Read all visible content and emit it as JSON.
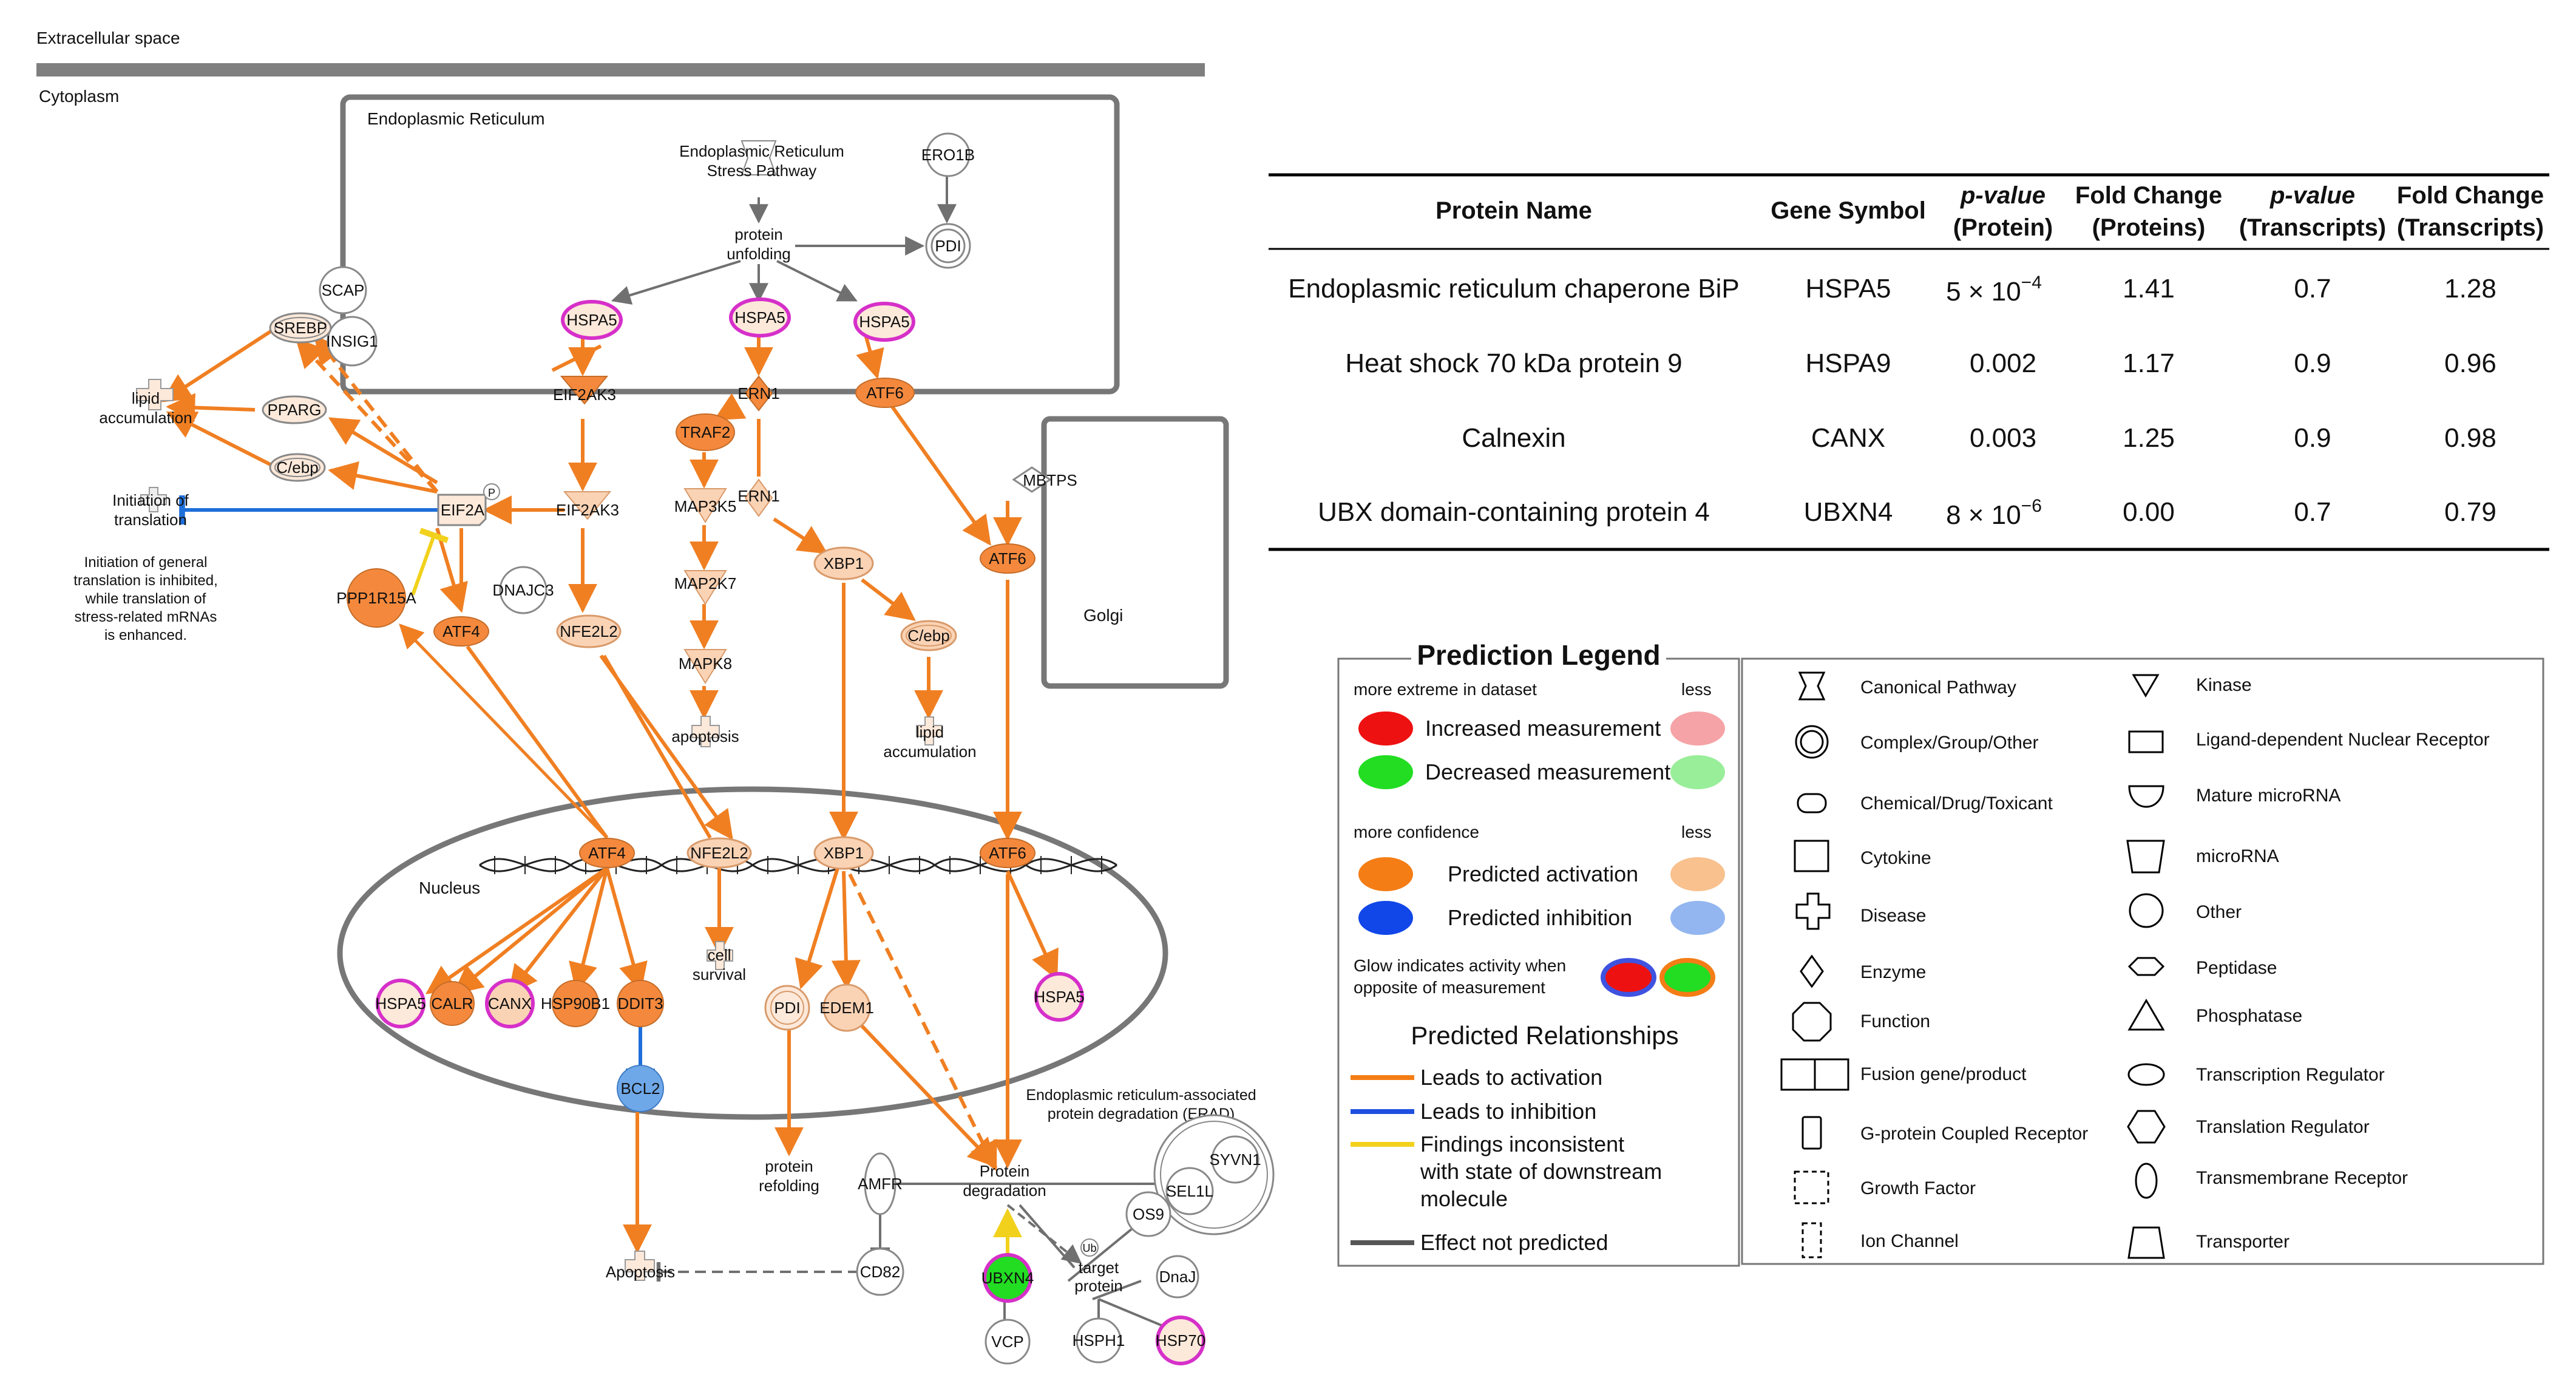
{
  "compartments": {
    "extracellular": "Extracellular space",
    "cytoplasm": "Cytoplasm",
    "er": "Endoplasmic Reticulum",
    "golgi": "Golgi",
    "nucleus": "Nucleus",
    "erad": [
      "Endoplasmic reticulum-associated",
      "protein degradation (ERAD)"
    ]
  },
  "nodes": {
    "er_stress": [
      "Endoplasmic Reticulum",
      "Stress Pathway"
    ],
    "ero1b": "ERO1B",
    "protein_unfolding": [
      "protein",
      "unfolding"
    ],
    "pdi": "PDI",
    "hspa5": "HSPA5",
    "scap": "SCAP",
    "srebp": "SREBP",
    "insig1": "INSIG1",
    "lipid_accumulation": [
      "lipid",
      "accumulation"
    ],
    "pparg": "PPARG",
    "cebp": "C/ebp",
    "initiation": [
      "Initiation of",
      "translation"
    ],
    "initiation_note": [
      "Initiation of general",
      "translation is inhibited,",
      "while translation of",
      "stress-related mRNAs",
      "is enhanced."
    ],
    "eif2a": "EIF2A",
    "eif2a_badge": "P",
    "eif2ak3": "EIF2AK3",
    "ern1": "ERN1",
    "atf6": "ATF6",
    "traf2": "TRAF2",
    "map3k5": "MAP3K5",
    "map2k7": "MAP2K7",
    "mapk8": "MAPK8",
    "apoptosis": "apoptosis",
    "xbp1": "XBP1",
    "mbtps": "MBTPS",
    "ppp1r15a": "PPP1R15A",
    "dnajc3": "DNAJC3",
    "atf4": "ATF4",
    "nfe2l2": "NFE2L2",
    "cell_survival": [
      "cell",
      "survival"
    ],
    "calr": "CALR",
    "canx": "CANX",
    "hsp90b1": "HSP90B1",
    "ddit3": "DDIT3",
    "edem1": "EDEM1",
    "bcl2": "BCL2",
    "protein_refolding": [
      "protein",
      "refolding"
    ],
    "amfr": "AMFR",
    "protein_degradation": [
      "Protein",
      "degradation"
    ],
    "syvn1": "SYVN1",
    "sel1l": "SEL1L",
    "os9": "OS9",
    "cd82": "CD82",
    "apoptosis_cap": "Apoptosis",
    "ubxn4": "UBXN4",
    "ub": "Ub",
    "target_protein": [
      "target",
      "protein"
    ],
    "dnaj": "DnaJ",
    "vcp": "VCP",
    "hsph1": "HSPH1",
    "hsp70": "HSP70"
  },
  "table": {
    "headers": [
      [
        "Protein Name"
      ],
      [
        "Gene Symbol"
      ],
      [
        "p-value",
        "(Protein)"
      ],
      [
        "Fold Change",
        "(Proteins)"
      ],
      [
        "p-value",
        "(Transcripts)"
      ],
      [
        "Fold Change",
        "(Transcripts)"
      ]
    ],
    "rows": [
      {
        "name": "Endoplasmic reticulum chaperone BiP",
        "gene": "HSPA5",
        "p_base": "5 × 10",
        "p_exp": "−4",
        "fc": "1.41",
        "pt": "0.7",
        "fct": "1.28"
      },
      {
        "name": "Heat shock 70 kDa protein 9",
        "gene": "HSPA9",
        "p_base": "0.002",
        "p_exp": "",
        "fc": "1.17",
        "pt": "0.9",
        "fct": "0.96"
      },
      {
        "name": "Calnexin",
        "gene": "CANX",
        "p_base": "0.003",
        "p_exp": "",
        "fc": "1.25",
        "pt": "0.9",
        "fct": "0.98"
      },
      {
        "name": "UBX domain-containing protein 4",
        "gene": "UBXN4",
        "p_base": "8 × 10",
        "p_exp": "−6",
        "fc": "0.00",
        "pt": "0.7",
        "fct": "0.79"
      }
    ]
  },
  "legend": {
    "title": "Prediction Legend",
    "more_extreme": "more extreme in dataset",
    "less": "less",
    "increased": "Increased measurement",
    "decreased": "Decreased measurement",
    "more_confidence": "more confidence",
    "pred_activation": "Predicted activation",
    "pred_inhibition": "Predicted inhibition",
    "glow": [
      "Glow indicates activity when",
      "opposite of measurement"
    ],
    "relationships_title": "Predicted Relationships",
    "leads_activation": "Leads to activation",
    "leads_inhibition": "Leads to inhibition",
    "findings": [
      "Findings inconsistent",
      "with state of downstream",
      "molecule"
    ],
    "effect_not_predicted": "Effect not predicted",
    "shapes_left": [
      "Canonical Pathway",
      "Complex/Group/Other",
      "Chemical/Drug/Toxicant",
      "Cytokine",
      "Disease",
      "Enzyme",
      "Function",
      "Fusion gene/product",
      "G-protein Coupled Receptor",
      "Growth Factor",
      "Ion Channel"
    ],
    "shapes_right": [
      "Kinase",
      "Ligand-dependent Nuclear Receptor",
      "Mature microRNA",
      "microRNA",
      "Other",
      "Peptidase",
      "Phosphatase",
      "Transcription Regulator",
      "Translation Regulator",
      "Transmembrane Receptor",
      "Transporter"
    ]
  },
  "colors": {
    "activation_strong": "#F4893D",
    "activation_light": "#FAD3B5",
    "activation_pale": "#FDE9DA",
    "decreased": "#22DD22",
    "increased": "#EE1111",
    "inhibition": "#6FA8E8",
    "edge_activation": "#F07F22",
    "edge_inhibition": "#1E6FD9",
    "edge_inconsistent": "#F2D11C",
    "edge_neutral": "#707070",
    "glow": "#D630C9"
  }
}
